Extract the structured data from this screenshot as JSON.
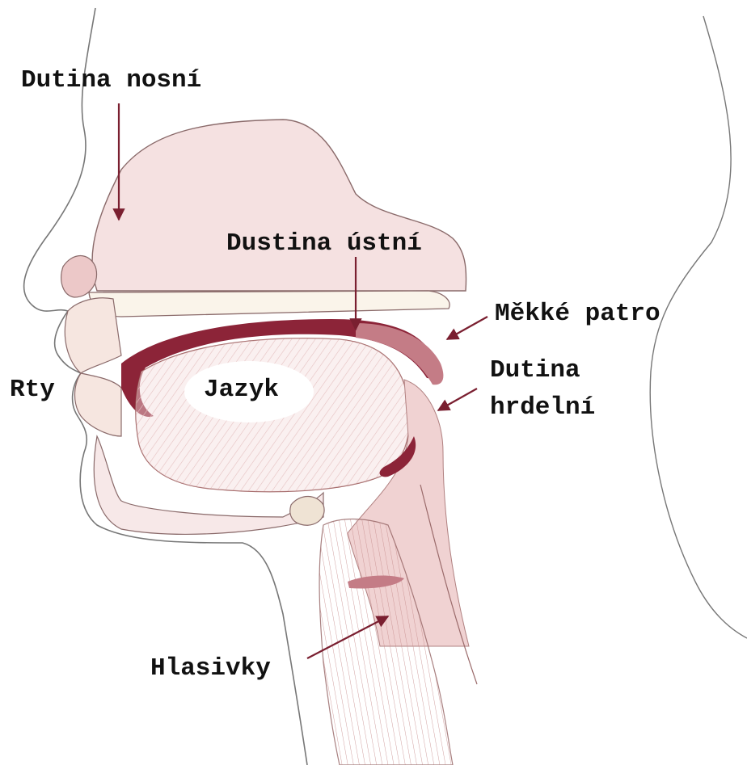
{
  "labels": {
    "nasal_cavity": "Dutina nosní",
    "oral_cavity": "Dustina ústní",
    "soft_palate": "Měkké patro",
    "pharynx_line1": "Dutina",
    "pharynx_line2": "hrdelní",
    "lips": "Rty",
    "tongue": "Jazyk",
    "vocal_cords": "Hlasivky"
  },
  "colors": {
    "outline": "#555555",
    "tissue_light": "#f3dede",
    "tissue_mid": "#e4bcbc",
    "tissue_dark": "#8c2438",
    "arrow": "#7a1f30",
    "label": "#111111"
  }
}
